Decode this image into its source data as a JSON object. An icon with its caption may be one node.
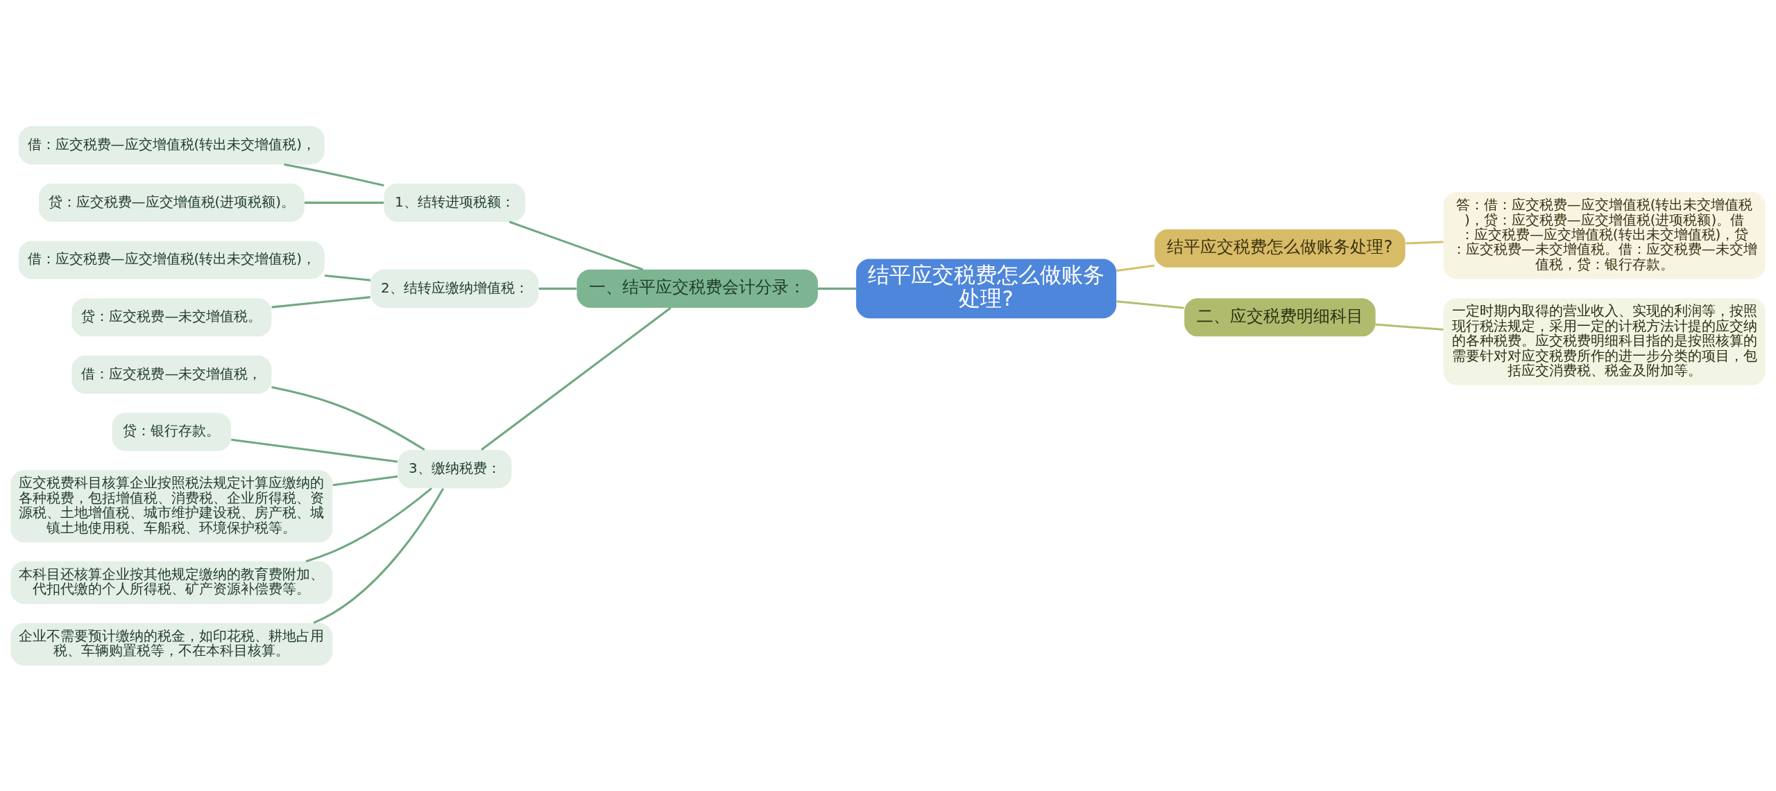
{
  "diagram": {
    "nodes": [
      {
        "text": [
          "结平应交税费怎么做账务处理?"
        ]
      },
      {
        "text": [
          "一、结平应交税费会计分录："
        ]
      },
      {
        "text": [
          "1、结转进项税额："
        ]
      },
      {
        "text": [
          "借：应交税费—应交增值税(转出未交增值税)，"
        ]
      },
      {
        "text": [
          "贷：应交税费—应交增值税(进项税额)。"
        ]
      },
      {
        "text": [
          "2、结转应缴纳增值税："
        ]
      },
      {
        "text": [
          "借：应交税费—应交增值税(转出未交增值税)，"
        ]
      },
      {
        "text": [
          "贷：应交税费—未交增值税。"
        ]
      },
      {
        "text": [
          "3、缴纳税费："
        ]
      },
      {
        "text": [
          "借：应交税费—未交增值税，"
        ]
      },
      {
        "text": [
          "贷：银行存款。"
        ]
      },
      {
        "text": [
          "应交税费科目核算企业按照税法规定计算应缴纳的各种税费，包括增值税、消费税、企业所得税、资源税、土地增值税、城市维护建设税、房产税、城镇土地使用税、车船税、环境保护税等。"
        ]
      },
      {
        "text": [
          "本科目还核算企业按其他规定缴纳的教育费附加、代扣代缴的个人所得税、矿产资源补偿费等。"
        ]
      },
      {
        "text": [
          "企业不需要预计缴纳的税金，如印花税、耕地占用税、车辆购置税等，不在本科目核算。"
        ]
      },
      {
        "text": [
          "结平应交税费怎么做账务处理?"
        ]
      },
      {
        "text": [
          "答：借：应交税费—应交增值税(转出未交增值税)，贷：应交税费—应交增值税(进项税额)。借：应交税费—应交增值税(转出未交增值税)，贷：应交税费—未交增值税。借：应交税费—未交增值税，贷：银行存款。"
        ]
      },
      {
        "text": [
          "二、应交税费明细科目"
        ]
      },
      {
        "text": [
          "一定时期内取得的营业收入、实现的利润等，按照现行税法规定，采用一定的计税方法计提的应交纳的各种税费。应交税费明细科目指的是按照核算的需要针对对应交税费所作的进一步分类的项目，包括应交消费税、税金及附加等。"
        ]
      }
    ],
    "edges": [
      {
        "from": 0,
        "to": 1,
        "arrow": "none"
      },
      {
        "from": 1,
        "to": 2,
        "arrow": "none"
      },
      {
        "from": 2,
        "to": 3,
        "arrow": "none"
      },
      {
        "from": 2,
        "to": 4,
        "arrow": "none"
      },
      {
        "from": 1,
        "to": 5,
        "arrow": "none"
      },
      {
        "from": 5,
        "to": 6,
        "arrow": "none"
      },
      {
        "from": 5,
        "to": 7,
        "arrow": "none"
      },
      {
        "from": 1,
        "to": 8,
        "arrow": "none"
      },
      {
        "from": 8,
        "to": 9,
        "arrow": "none"
      },
      {
        "from": 8,
        "to": 10,
        "arrow": "none"
      },
      {
        "from": 8,
        "to": 11,
        "arrow": "none"
      },
      {
        "from": 8,
        "to": 12,
        "arrow": "none"
      },
      {
        "from": 8,
        "to": 13,
        "arrow": "none"
      },
      {
        "from": 0,
        "to": 14,
        "arrow": "none",
        "color": "#d6c06e"
      },
      {
        "from": 14,
        "to": 15,
        "arrow": "none",
        "color": "#d6c06e"
      },
      {
        "from": 0,
        "to": 16,
        "arrow": "none",
        "color": "#b5bd72"
      },
      {
        "from": 16,
        "to": 17,
        "arrow": "none",
        "color": "#b5bd72"
      }
    ]
  }
}
